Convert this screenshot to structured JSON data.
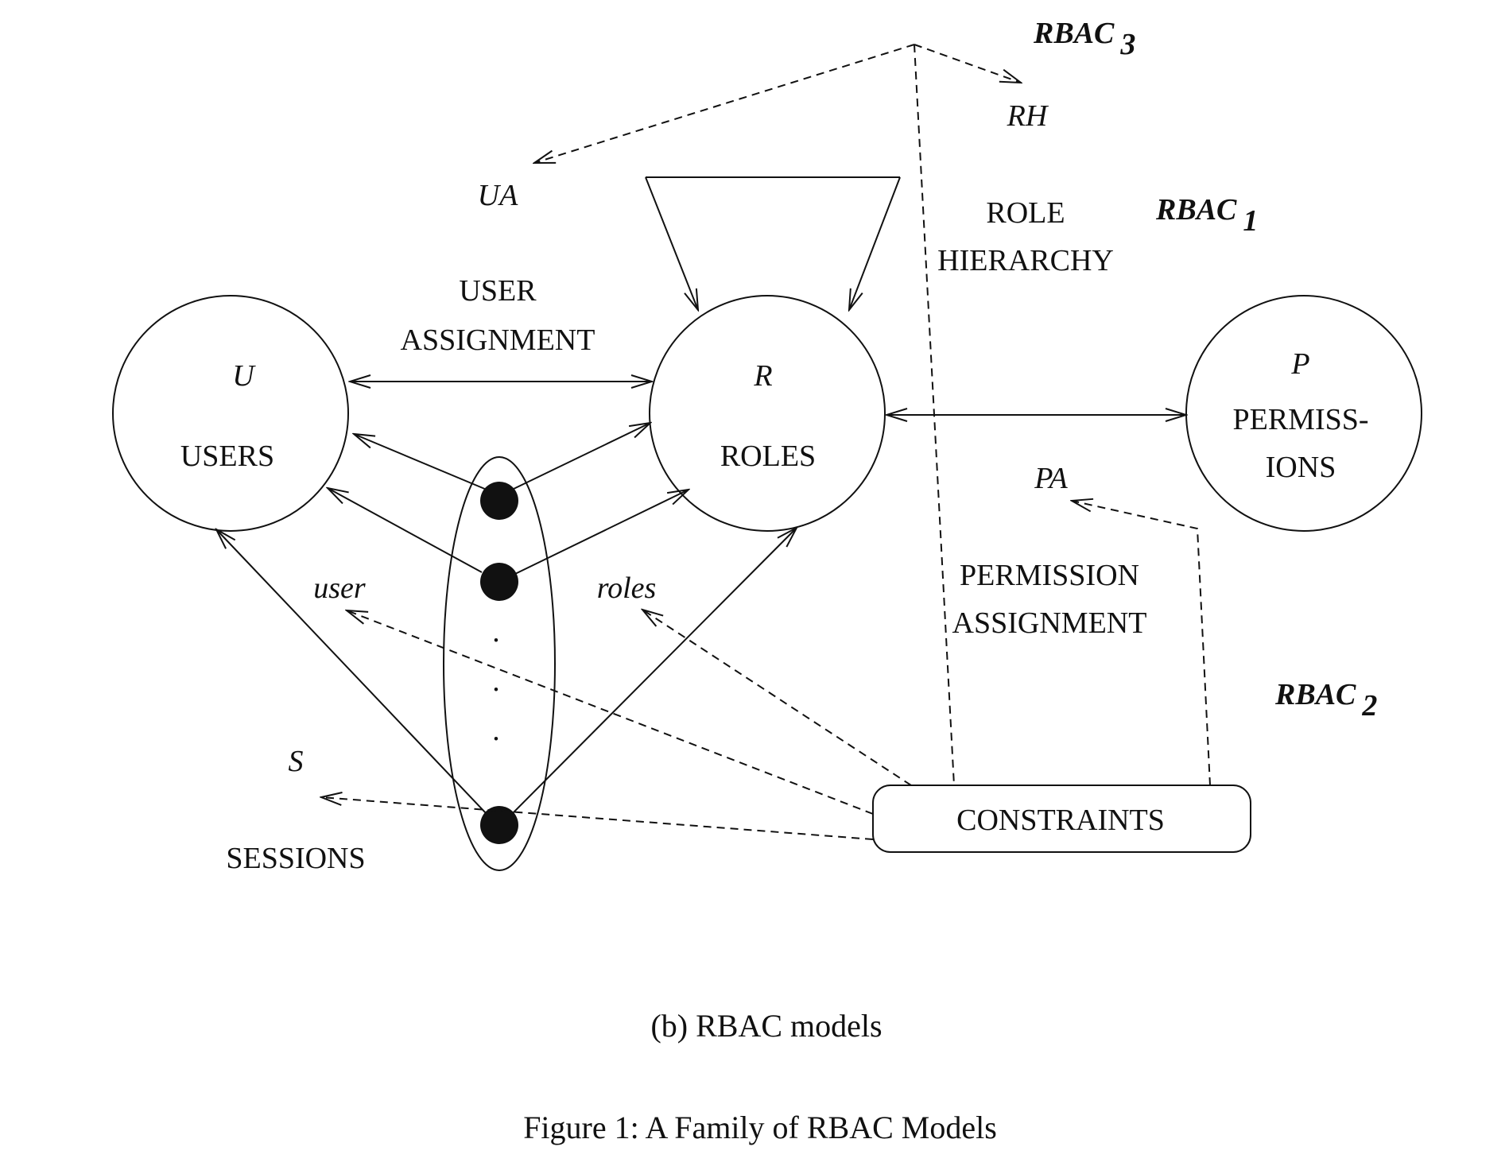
{
  "nodes": {
    "users": {
      "symbol": "U",
      "label": "USERS"
    },
    "roles": {
      "symbol": "R",
      "label": "ROLES"
    },
    "permissions": {
      "symbol": "P",
      "label_line1": "PERMISS-",
      "label_line2": "IONS"
    },
    "sessions": {
      "symbol": "S",
      "label": "SESSIONS"
    },
    "constraints": {
      "label": "CONSTRAINTS"
    }
  },
  "relations": {
    "ua": "UA",
    "rh": "RH",
    "pa": "PA",
    "user_assignment_line1": "USER",
    "user_assignment_line2": "ASSIGNMENT",
    "role_hierarchy_line1": "ROLE",
    "role_hierarchy_line2": "HIERARCHY",
    "permission_assignment_line1": "PERMISSION",
    "permission_assignment_line2": "ASSIGNMENT",
    "user_fn": "user",
    "roles_fn": "roles"
  },
  "models": {
    "rbac1": {
      "name": "RBAC",
      "sub": "1"
    },
    "rbac2": {
      "name": "RBAC",
      "sub": "2"
    },
    "rbac3": {
      "name": "RBAC",
      "sub": "3"
    }
  },
  "captions": {
    "subfigure": "(b) RBAC models",
    "figure": "Figure 1: A Family of RBAC Models"
  },
  "session_dots": [
    "·",
    "·",
    "·"
  ]
}
